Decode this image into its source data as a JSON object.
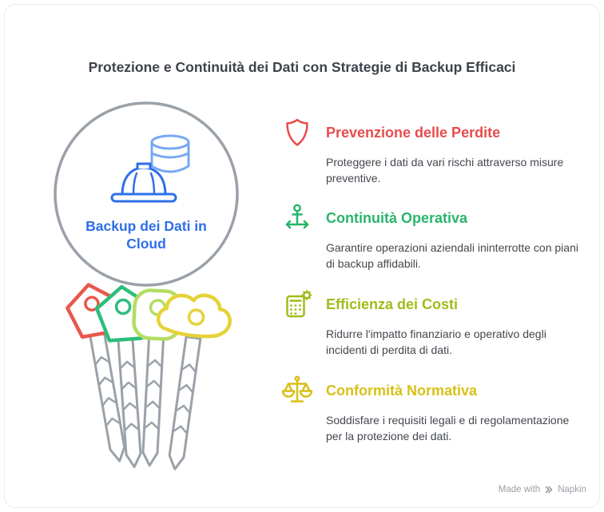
{
  "title": "Protezione e Continuità dei Dati con Strategie di Backup Efficaci",
  "colors": {
    "outline_gray": "#9aa1a9",
    "title_text": "#3d434b",
    "body_text": "#43474e",
    "footer_text": "#9aa0a8",
    "background": "#ffffff"
  },
  "keyring": {
    "label_line1": "Backup dei Dati in",
    "label_line2": "Cloud",
    "label_color": "#2e6fe8",
    "database_color": "#79a7f3",
    "hat_color": "#2e6fe8",
    "keys": [
      {
        "name": "red-key",
        "color": "#e8584c"
      },
      {
        "name": "green-key",
        "color": "#2dbd7c"
      },
      {
        "name": "pale-green-key",
        "color": "#b3dd62"
      },
      {
        "name": "yellow-cloud-key",
        "color": "#e6d237"
      }
    ]
  },
  "benefits": [
    {
      "icon": "shield-icon",
      "title": "Prevenzione delle Perdite",
      "description": "Proteggere i dati da vari rischi attraverso misure preventive.",
      "color": "#e74c4c"
    },
    {
      "icon": "person-arrows-icon",
      "title": "Continuità Operativa",
      "description": "Garantire operazioni aziendali ininterrotte con piani di backup affidabili.",
      "color": "#2ab46c"
    },
    {
      "icon": "calculator-gear-icon",
      "title": "Efficienza dei Costi",
      "description": "Ridurre l'impatto finanziario e operativo degli incidenti di perdita di dati.",
      "color": "#a2bb1b"
    },
    {
      "icon": "justice-scales-icon",
      "title": "Conformità Normativa",
      "description": "Soddisfare i requisiti legali e di regolamentazione per la protezione dei dati.",
      "color": "#d7c118"
    }
  ],
  "footer": {
    "made_with": "Made with",
    "brand": "Napkin"
  }
}
